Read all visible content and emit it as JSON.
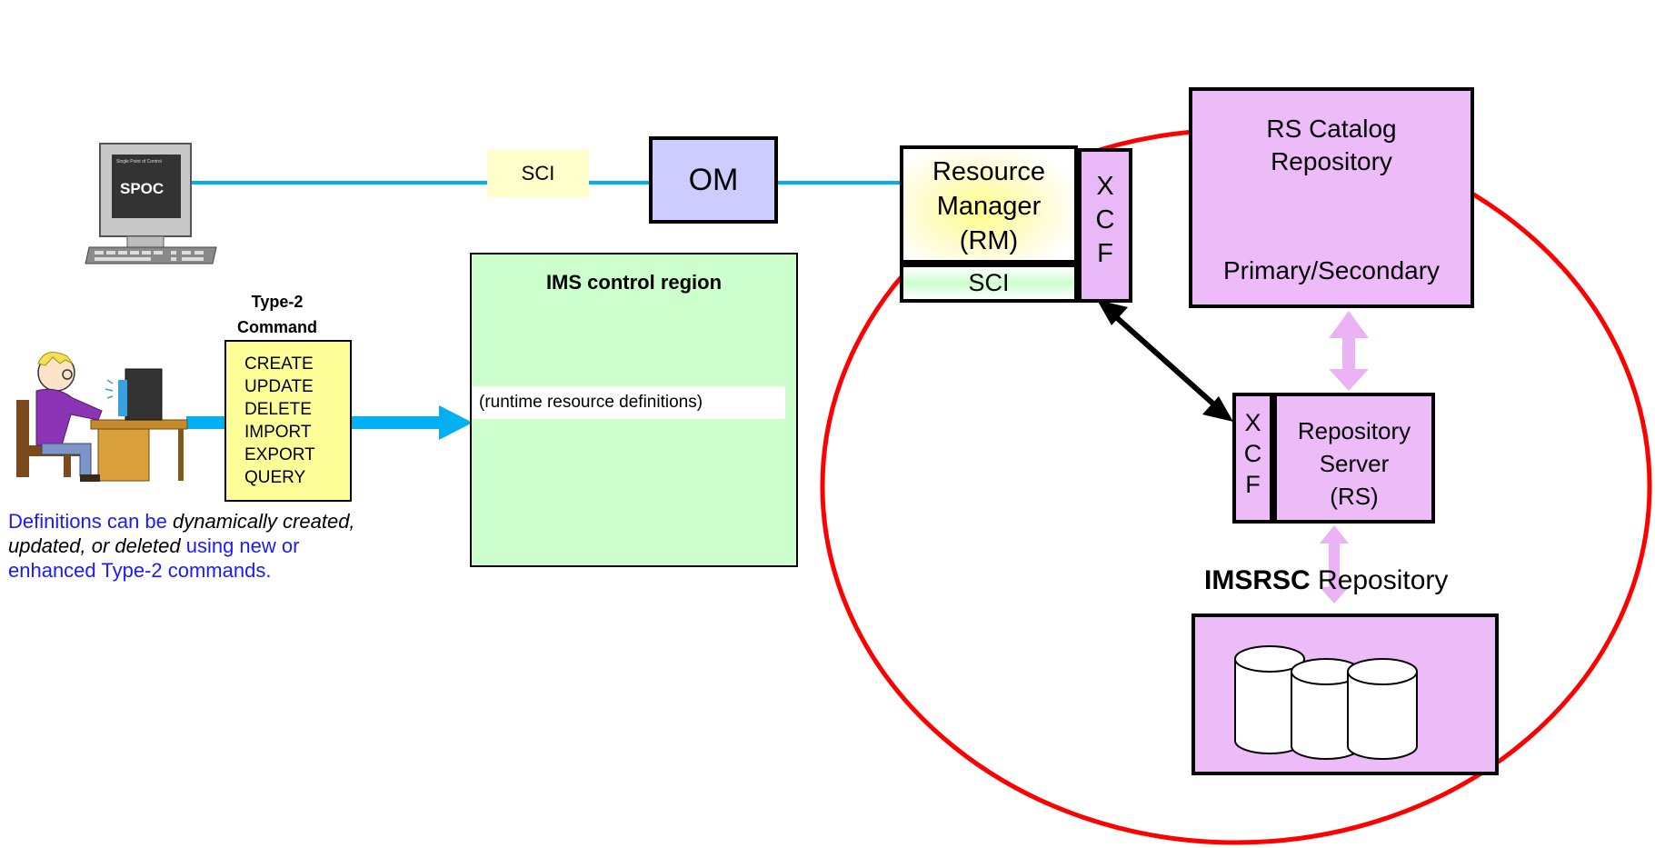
{
  "spoc": {
    "label": "SPOC",
    "screen_caption": "Single Point of Control"
  },
  "type2": {
    "line1": "Type-2",
    "line2": "Command"
  },
  "commands": [
    "CREATE",
    "UPDATE",
    "DELETE",
    "IMPORT",
    "EXPORT",
    "QUERY"
  ],
  "note": {
    "part1": "Definitions can be ",
    "italic1": "dynamically created,",
    "italic2": "updated, or deleted",
    "part2": " using new or",
    "part3": "enhanced Type-2 commands."
  },
  "sci_connector": "SCI",
  "om": "OM",
  "ims_control": {
    "title": "IMS control region",
    "runtime": "(runtime resource definitions)"
  },
  "resource_manager": {
    "line1": "Resource",
    "line2": "Manager",
    "line3": "(RM)"
  },
  "rm_sci": "SCI",
  "xcf_rm": [
    "X",
    "C",
    "F"
  ],
  "catalog": {
    "line1": "RS Catalog",
    "line2": "Repository",
    "line3": "Primary/Secondary"
  },
  "repository_server": {
    "line1": "Repository",
    "line2": "Server",
    "line3": "(RS)"
  },
  "xcf_rs": [
    "X",
    "C",
    "F"
  ],
  "imsrsc": {
    "bold": "IMSRSC",
    "rest": " Repository"
  },
  "colors": {
    "link_blue": "#00b0f0",
    "boundary_red": "#ff0000",
    "pink_arrow": "#ebb3f5",
    "note_blue": "#1a1aff"
  }
}
